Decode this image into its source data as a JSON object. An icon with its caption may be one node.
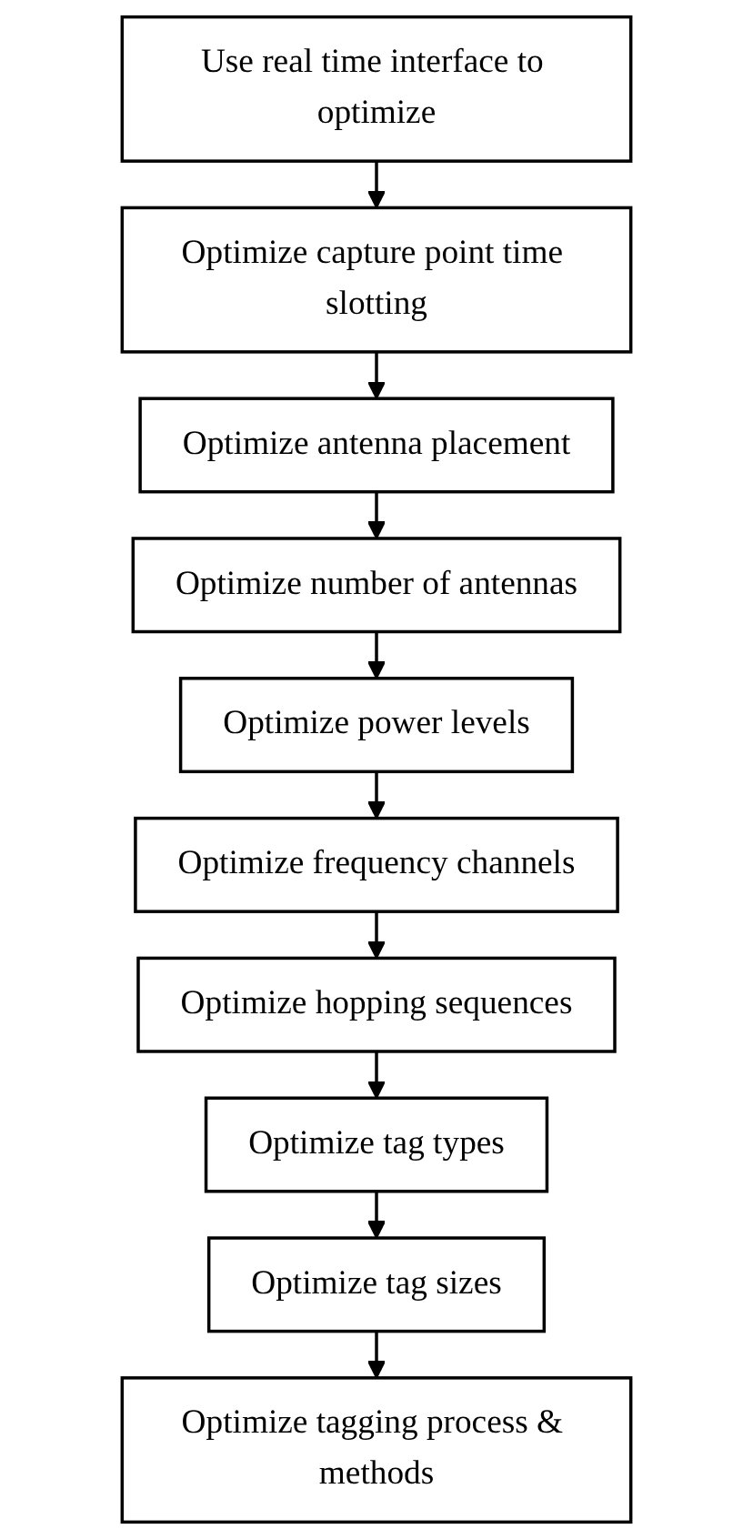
{
  "diagram": {
    "nodes": [
      {
        "text": [
          "Use real time interface to optimize"
        ]
      },
      {
        "text": [
          "Optimize capture point time slotting"
        ]
      },
      {
        "text": [
          "Optimize antenna placement"
        ]
      },
      {
        "text": [
          "Optimize number of antennas"
        ]
      },
      {
        "text": [
          "Optimize power levels"
        ]
      },
      {
        "text": [
          "Optimize frequency channels"
        ]
      },
      {
        "text": [
          "Optimize hopping sequences"
        ]
      },
      {
        "text": [
          "Optimize tag types"
        ]
      },
      {
        "text": [
          "Optimize tag sizes"
        ]
      },
      {
        "text": [
          "Optimize tagging process & methods"
        ]
      }
    ],
    "edges": [
      {
        "from": 0,
        "to": 1,
        "arrow": "to"
      },
      {
        "from": 1,
        "to": 2,
        "arrow": "to"
      },
      {
        "from": 2,
        "to": 3,
        "arrow": "to"
      },
      {
        "from": 3,
        "to": 4,
        "arrow": "to"
      },
      {
        "from": 4,
        "to": 5,
        "arrow": "to"
      },
      {
        "from": 5,
        "to": 6,
        "arrow": "to"
      },
      {
        "from": 6,
        "to": 7,
        "arrow": "to"
      },
      {
        "from": 7,
        "to": 8,
        "arrow": "to"
      },
      {
        "from": 8,
        "to": 9,
        "arrow": "to"
      }
    ]
  }
}
